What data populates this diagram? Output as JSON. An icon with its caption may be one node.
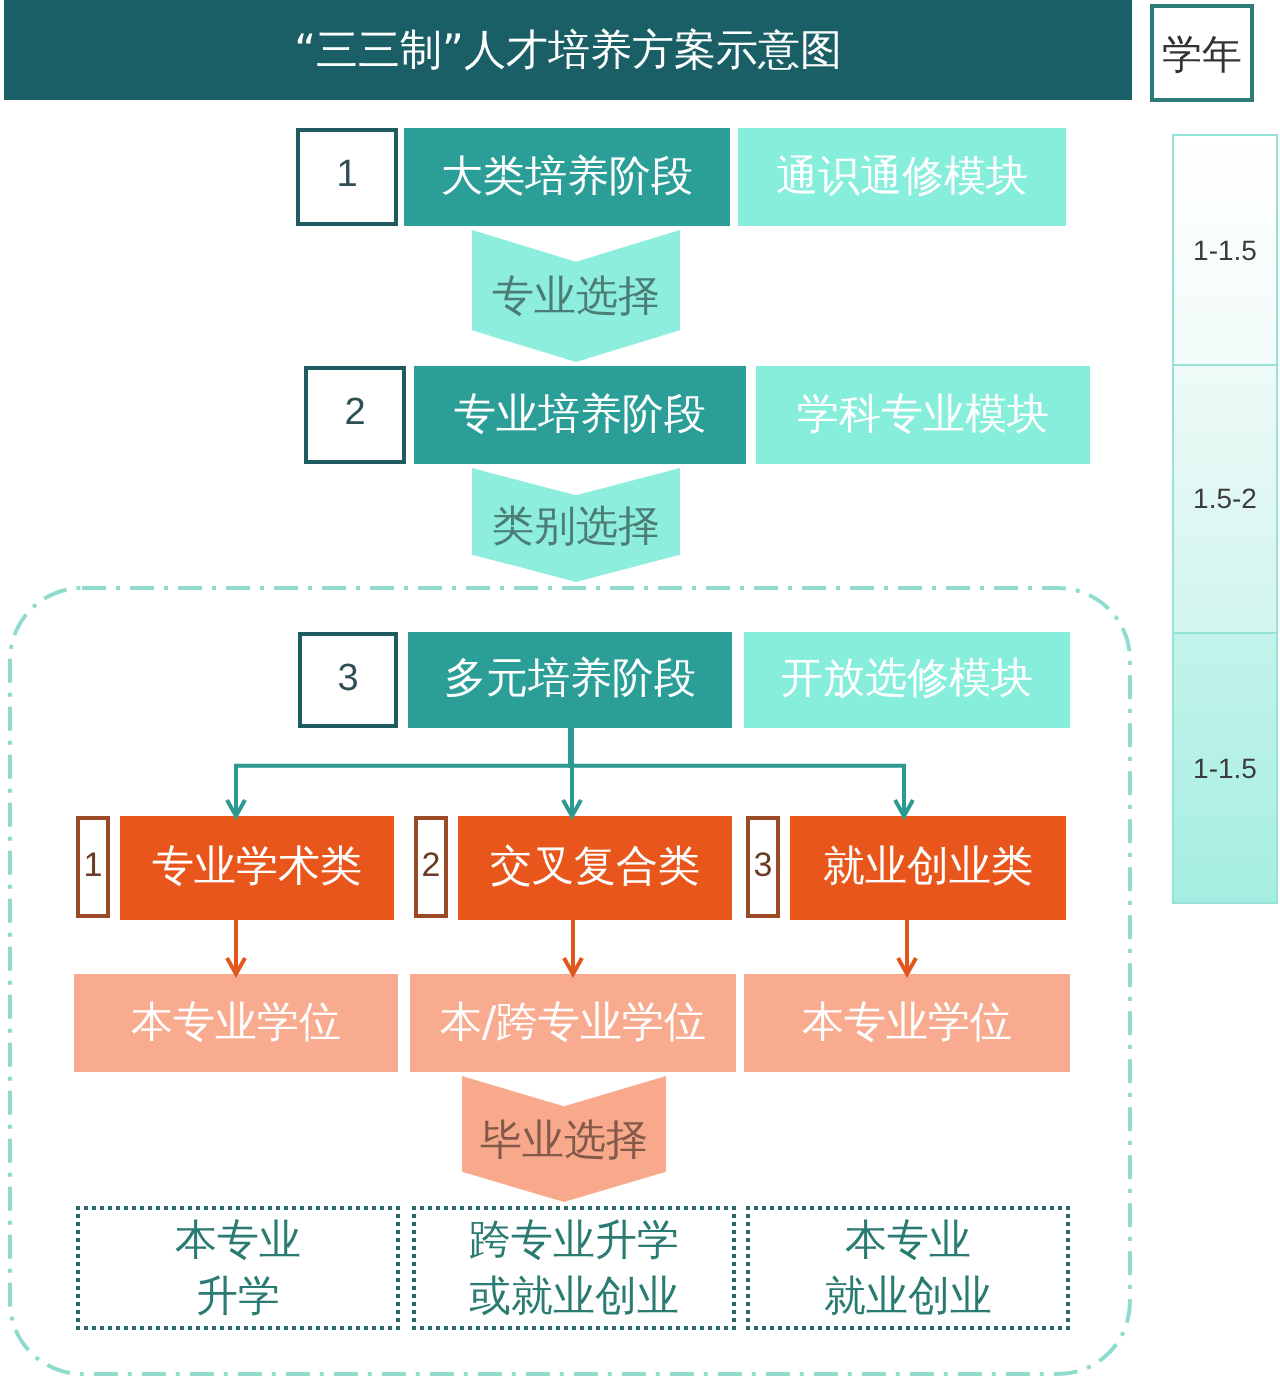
{
  "diagram": {
    "title": "“三三制”人才培养方案示意图",
    "nodes": [
      {
        "text": [
          "学年"
        ]
      },
      {
        "text": [
          "1-1.5"
        ]
      },
      {
        "text": [
          "1.5-2"
        ]
      },
      {
        "text": [
          "1-1.5"
        ]
      },
      {
        "text": [
          "1"
        ]
      },
      {
        "text": [
          "大类培养阶段"
        ]
      },
      {
        "text": [
          "通识通修模块"
        ]
      },
      {
        "text": [
          "2"
        ]
      },
      {
        "text": [
          "专业培养阶段"
        ]
      },
      {
        "text": [
          "学科专业模块"
        ]
      },
      {
        "text": [],
        "shape": "box"
      },
      {
        "text": [
          "3"
        ],
        "in": 10
      },
      {
        "text": [
          "多元培养阶段"
        ],
        "in": 10
      },
      {
        "text": [
          "开放选修模块"
        ],
        "in": 10
      },
      {
        "text": [
          "1"
        ],
        "in": 10
      },
      {
        "text": [
          "专业学术类"
        ],
        "in": 10
      },
      {
        "text": [
          "2"
        ],
        "in": 10
      },
      {
        "text": [
          "交叉复合类"
        ],
        "in": 10
      },
      {
        "text": [
          "3"
        ],
        "in": 10
      },
      {
        "text": [
          "就业创业类"
        ],
        "in": 10
      },
      {
        "text": [
          "本专业学位"
        ],
        "in": 10
      },
      {
        "text": [
          "本/跨专业学位"
        ],
        "in": 10
      },
      {
        "text": [
          "本专业学位"
        ],
        "in": 10
      },
      {
        "text": [
          "本专业升学"
        ],
        "in": 10
      },
      {
        "text": [
          "跨专业升学或就业创业"
        ],
        "in": 10
      },
      {
        "text": [
          "本专业就业创业"
        ],
        "in": 10
      }
    ],
    "edges": [
      {
        "from": 5,
        "to": 8,
        "arrow": "to",
        "label": "专业选择",
        "style": "thick",
        "color": "#8eeedd"
      },
      {
        "from": 8,
        "to": 10,
        "arrow": "to",
        "label": "类别选择",
        "style": "thick",
        "color": "#8eeedd"
      },
      {
        "from": 12,
        "to": 15,
        "arrow": "to",
        "color": "#2a9a93"
      },
      {
        "from": 12,
        "to": 17,
        "arrow": "to",
        "color": "#2a9a93"
      },
      {
        "from": 12,
        "to": 19,
        "arrow": "to",
        "color": "#2a9a93"
      },
      {
        "from": 15,
        "to": 20,
        "arrow": "to",
        "color": "#e0561c"
      },
      {
        "from": 17,
        "to": 21,
        "arrow": "to",
        "color": "#e0561c"
      },
      {
        "from": 19,
        "to": 22,
        "arrow": "to",
        "color": "#e0561c"
      },
      {
        "from": 21,
        "to": 24,
        "arrow": "to",
        "label": "毕业选择",
        "style": "thick",
        "color": "#f8a98c"
      }
    ]
  }
}
